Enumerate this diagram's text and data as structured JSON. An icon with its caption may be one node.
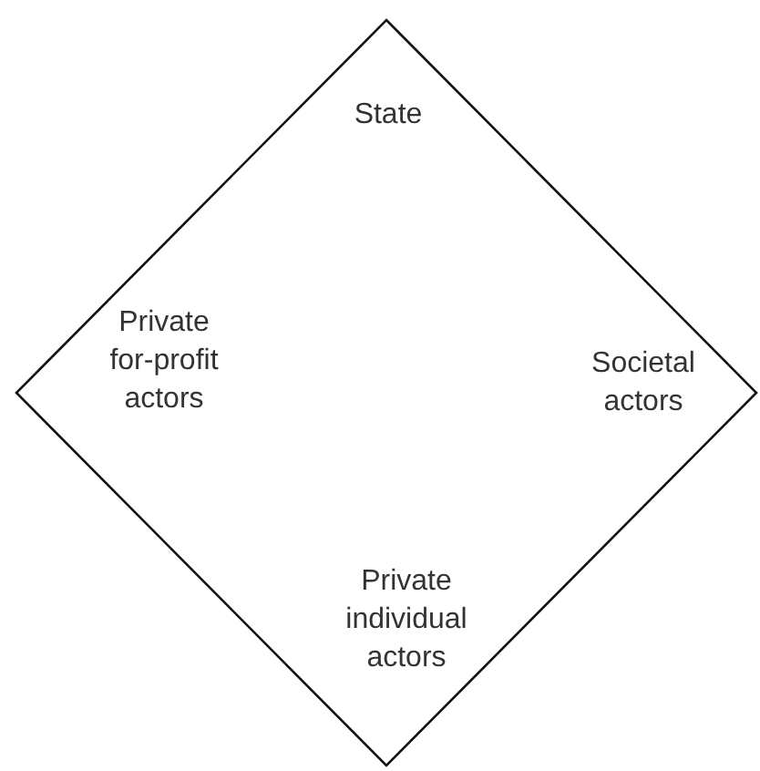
{
  "diagram": {
    "nodes": [
      {
        "text": [
          "State",
          "Private for-profit actors",
          "Societal actors",
          "Private individual actors"
        ]
      }
    ]
  }
}
